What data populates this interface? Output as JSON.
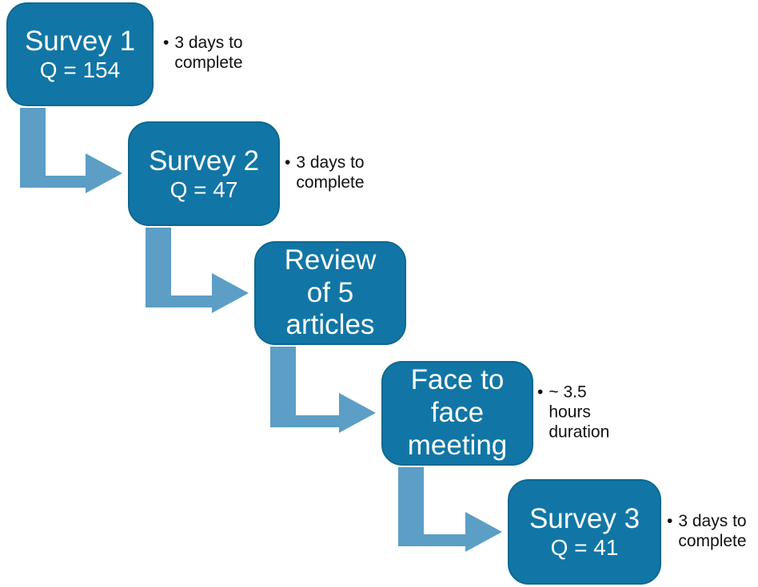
{
  "colors": {
    "box-fill": "#1176a5",
    "box-border": "#0d6890",
    "box-text": "#ffffff",
    "arrow": "#5c9ec6",
    "note-text": "#111111",
    "background": "#ffffff"
  },
  "diagram": {
    "type": "stepped-flowchart",
    "steps": [
      {
        "title": "Survey 1",
        "q": "Q = 154",
        "note": {
          "bullet": "•",
          "text": "3 days to\ncomplete"
        }
      },
      {
        "title": "Survey 2",
        "q": "Q = 47",
        "note": {
          "bullet": "•",
          "text": "3 days to\ncomplete"
        }
      },
      {
        "title": "Review\nof 5\narticles",
        "q": ""
      },
      {
        "title": "Face to\nface\nmeeting",
        "q": "",
        "note": {
          "bullet": "•",
          "text": "~ 3.5\nhours\nduration"
        }
      },
      {
        "title": "Survey 3",
        "q": "Q = 41",
        "note": {
          "bullet": "•",
          "text": "3 days to\ncomplete"
        }
      }
    ]
  }
}
